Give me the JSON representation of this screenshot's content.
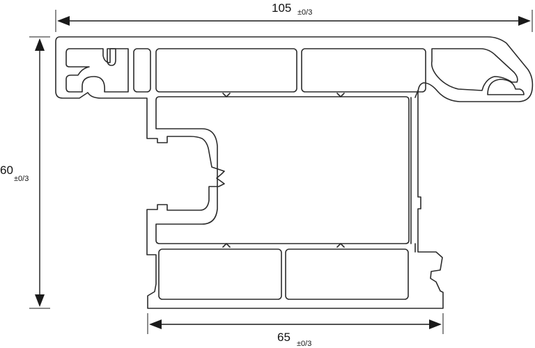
{
  "dimensions": {
    "top_width": {
      "value": "105",
      "tolerance": "±0/3"
    },
    "left_height": {
      "value": "60",
      "tolerance": "±0/3"
    },
    "bottom_width": {
      "value": "65",
      "tolerance": "±0/3"
    }
  },
  "colors": {
    "line": "#2b2b2b",
    "dimension": "#1a1a1a",
    "background": "#ffffff"
  }
}
